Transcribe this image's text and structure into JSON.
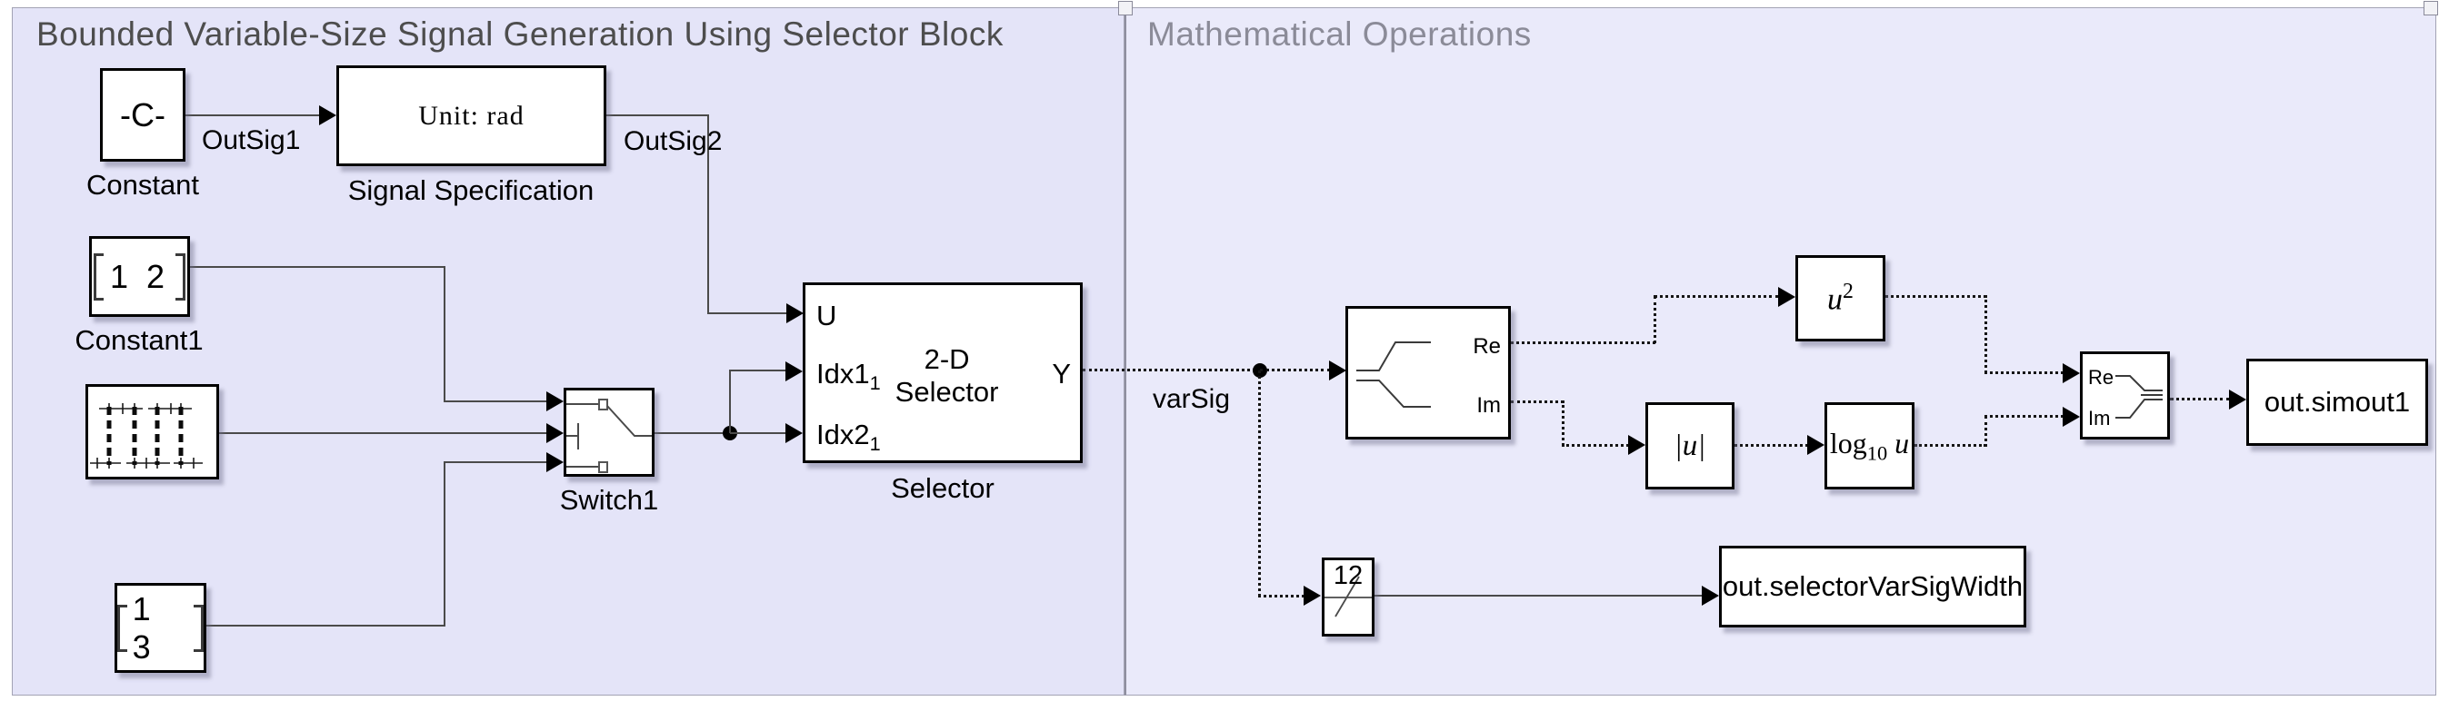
{
  "areas": {
    "left": {
      "title": "Bounded Variable-Size Signal Generation Using Selector Block",
      "bg": "#e4e4f8",
      "title_color": "#4d4d4d"
    },
    "right": {
      "title": "Mathematical Operations",
      "bg": "#eaeafa",
      "title_color": "#8b8b98"
    }
  },
  "signals": {
    "outsig1": "OutSig1",
    "outsig2": "OutSig2",
    "varsig": "varSig"
  },
  "blocks": {
    "constant": {
      "value": "-C-",
      "name": "Constant"
    },
    "signal_specification": {
      "icon_text": "Unit: rad",
      "name": "Signal Specification"
    },
    "constant1": {
      "value": "1 2",
      "name": "Constant1"
    },
    "constant2": {
      "value": "1 3"
    },
    "switch1": {
      "name": "Switch1"
    },
    "selector": {
      "center1": "2-D",
      "center2": "Selector",
      "name": "Selector",
      "port_u": "U",
      "port_idx1": "Idx1",
      "port_idx1_sub": "1",
      "port_idx2": "Idx2",
      "port_idx2_sub": "1",
      "port_y": "Y"
    },
    "complex_to_real_imag": {
      "port_re": "Re",
      "port_im": "Im"
    },
    "square": {
      "base": "u",
      "sup": "2"
    },
    "abs": {
      "text": "|u|"
    },
    "log10": {
      "base": "log",
      "sub": "10",
      "arg": "u"
    },
    "real_imag_to_complex": {
      "port_re": "Re",
      "port_im": "Im"
    },
    "to_workspace_simout": {
      "text": "out.simout1"
    },
    "width_probe": {
      "value": "12"
    },
    "to_workspace_width": {
      "text": "out.selectorVarSigWidth"
    }
  },
  "icons": {
    "pulse_generator": "pulse-wave-icon",
    "switch": "switch-path-icon",
    "complex_split": "complex-split-fork-icon",
    "complex_merge": "complex-merge-fork-icon",
    "width_probe": "signal-width-slash-icon"
  },
  "colors": {
    "solid_wire": "#4a4a4a",
    "varsize_wire": "#141414",
    "block_border": "#000000",
    "divider": "#a3a3b4"
  }
}
